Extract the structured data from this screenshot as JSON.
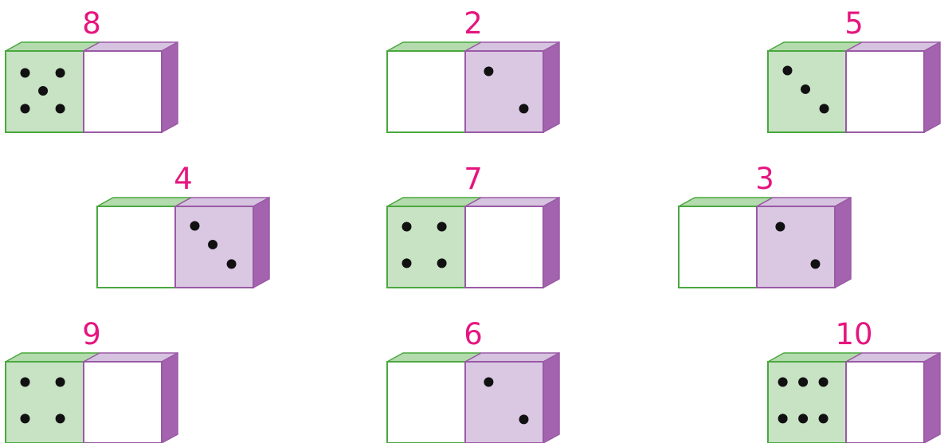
{
  "colors": {
    "number": "#e5157f",
    "green_fill": "#c8e2c4",
    "green_top": "#b4dbad",
    "green_stroke": "#4aa83f",
    "purple_fill": "#dac8e3",
    "purple_top": "#d6c3e0",
    "purple_side": "#a463ae",
    "purple_stroke": "#9a5aa5",
    "dot": "#111111"
  },
  "dominoes": [
    {
      "number": "8",
      "left_dots": 5,
      "right_dots": 0
    },
    {
      "number": "2",
      "left_dots": 0,
      "right_dots": 2
    },
    {
      "number": "5",
      "left_dots": 3,
      "right_dots": 0
    },
    {
      "number": "4",
      "left_dots": 0,
      "right_dots": 3
    },
    {
      "number": "7",
      "left_dots": 4,
      "right_dots": 0
    },
    {
      "number": "3",
      "left_dots": 0,
      "right_dots": 2
    },
    {
      "number": "9",
      "left_dots": 4,
      "right_dots": 0
    },
    {
      "number": "6",
      "left_dots": 0,
      "right_dots": 2
    },
    {
      "number": "10",
      "left_dots": 6,
      "right_dots": 0
    }
  ]
}
